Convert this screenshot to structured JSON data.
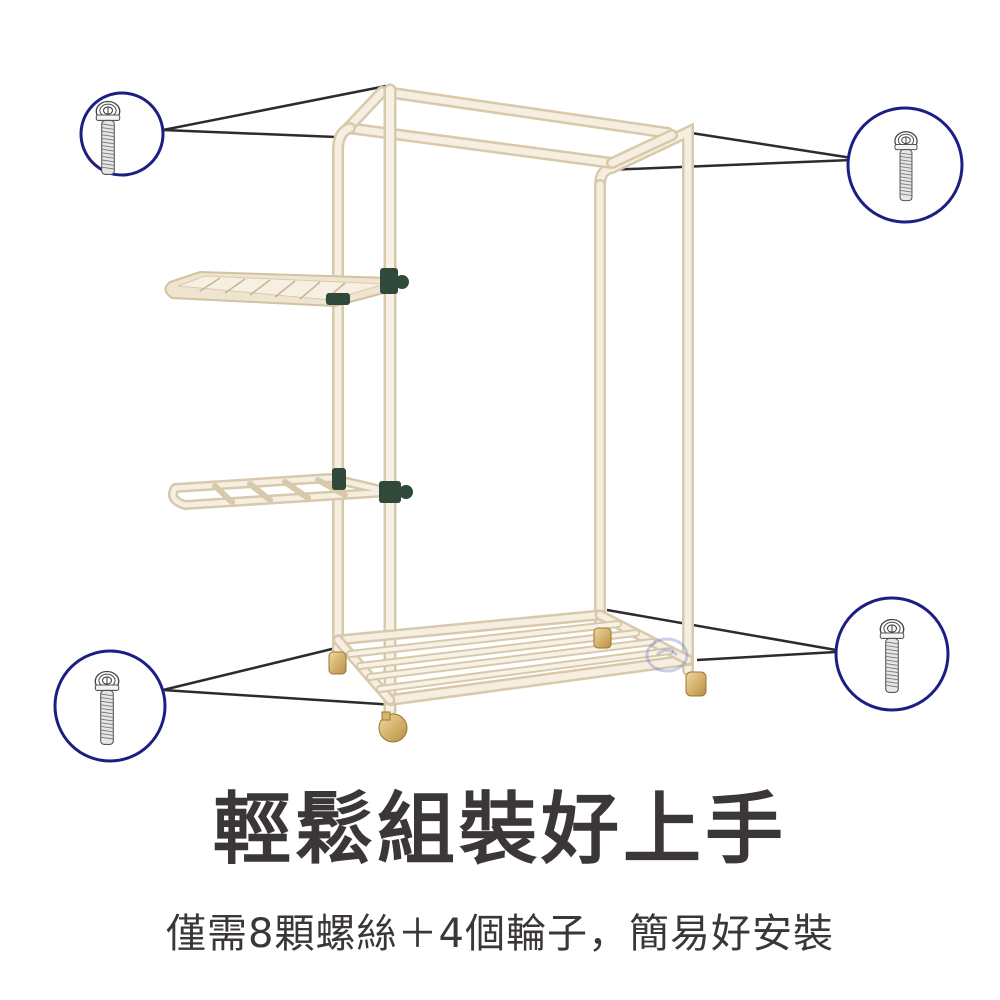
{
  "headline": "輕鬆組裝好上手",
  "subline": "僅需8顆螺絲＋4個輪子，簡易好安裝",
  "colors": {
    "circle_stroke": "#1c1f82",
    "leader_line": "#2b2b30",
    "frame_tube": "#f1e8d6",
    "frame_shadow": "#d9c9a8",
    "connector": "#2f4a3a",
    "caster": "#d9b46a",
    "text": "#3b3738"
  },
  "callouts": [
    {
      "position": "top-left",
      "icon": "screw-icon"
    },
    {
      "position": "top-right",
      "icon": "screw-icon"
    },
    {
      "position": "bottom-left",
      "icon": "screw-icon"
    },
    {
      "position": "bottom-right",
      "icon": "screw-icon"
    }
  ],
  "product": {
    "name": "clothes-rack",
    "parts": [
      "frame",
      "top-shelf",
      "middle-shelf",
      "bottom-rack",
      "casters",
      "connectors"
    ]
  }
}
